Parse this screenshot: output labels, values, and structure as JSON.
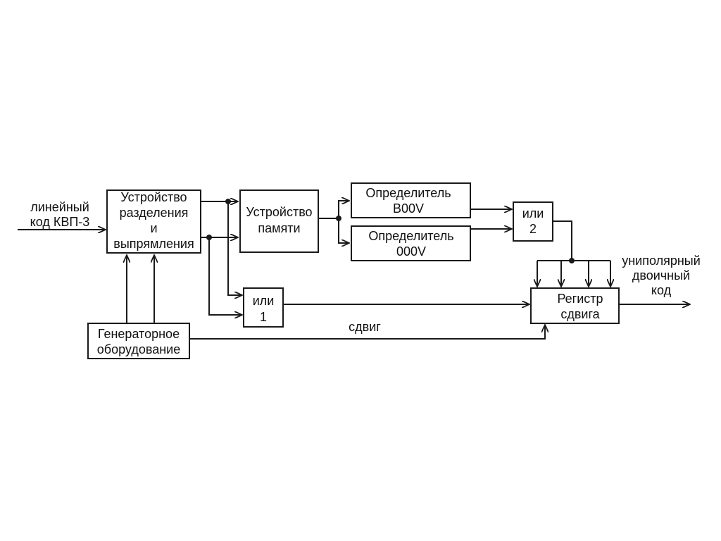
{
  "blocks": {
    "separator": {
      "lines": [
        "Устройство",
        "разделения",
        "и",
        "выпрямления"
      ]
    },
    "memory": {
      "lines": [
        "Устройство",
        "памяти"
      ]
    },
    "detector_b00v": {
      "lines": [
        "Определитель",
        "В00V"
      ]
    },
    "detector_000v": {
      "lines": [
        "Определитель",
        "000V"
      ]
    },
    "or2": {
      "lines": [
        "или",
        "2"
      ]
    },
    "or1": {
      "lines": [
        "или",
        "1"
      ]
    },
    "generator": {
      "lines": [
        "Генераторное",
        "оборудование"
      ]
    },
    "shift_register": {
      "lines": [
        "Регистр",
        "сдвига"
      ]
    }
  },
  "labels": {
    "input": [
      "линейный",
      "код КВП-3"
    ],
    "output": [
      "униполярный",
      "двоичный",
      "код"
    ],
    "shift": "сдвиг"
  }
}
